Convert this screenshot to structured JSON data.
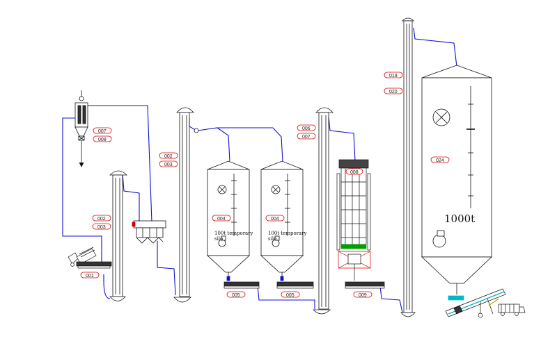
{
  "diagram": {
    "tags": {
      "t001": "001",
      "t002a": "002",
      "t003a": "003",
      "t002b": "002",
      "t003b": "003",
      "t004a": "004",
      "t004b": "004",
      "t005a": "005",
      "t005b": "005",
      "t006": "006",
      "t007b": "007",
      "t007a": "007",
      "t008a": "008",
      "t008b": "008",
      "t009": "009",
      "t019": "019",
      "t020": "020",
      "t024": "024"
    },
    "silo_a_label_1": "100t temporary",
    "silo_a_label_2": "silo",
    "silo_b_label_1": "100t temporary",
    "silo_b_label_2": "silo",
    "main_silo_label": "1000t"
  },
  "colors": {
    "line": "#1010d0",
    "outline": "#111111",
    "tag_border": "#dd0000",
    "green": "#00a000",
    "red": "#cc0000",
    "cyan": "#00b8c8"
  }
}
